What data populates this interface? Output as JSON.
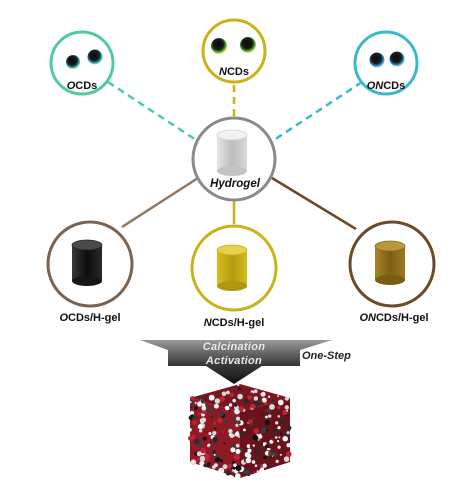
{
  "carbon_dots": {
    "ocds": {
      "prefix": "O",
      "suffix": "CDs"
    },
    "ncds": {
      "prefix": "N",
      "suffix": "CDs"
    },
    "oncds": {
      "prefix": "ON",
      "suffix": "CDs"
    }
  },
  "hydrogel": {
    "label": "Hydrogel"
  },
  "composites": {
    "ocds_hgel": {
      "prefix": "O",
      "suffix": "CDs/H-gel"
    },
    "ncds_hgel": {
      "prefix": "N",
      "suffix": "CDs/H-gel"
    },
    "oncds_hgel": {
      "prefix": "ON",
      "suffix": "CDs/H-gel"
    }
  },
  "process": {
    "line1": "Calcination",
    "line2": "Activation",
    "side_label": "One-Step"
  },
  "colors": {
    "ocds_ring": "#4fc9a6",
    "ncds_ring": "#c9b21a",
    "oncds_ring": "#3bb9c9",
    "hydrogel_ring": "#8a8a8a",
    "ocds_hgel_ring": "#7a6350",
    "ncds_hgel_ring": "#c9b21a",
    "oncds_hgel_ring": "#6b4a2a",
    "arrow": "#3a3a3a",
    "foam_red": "#b0182a"
  }
}
